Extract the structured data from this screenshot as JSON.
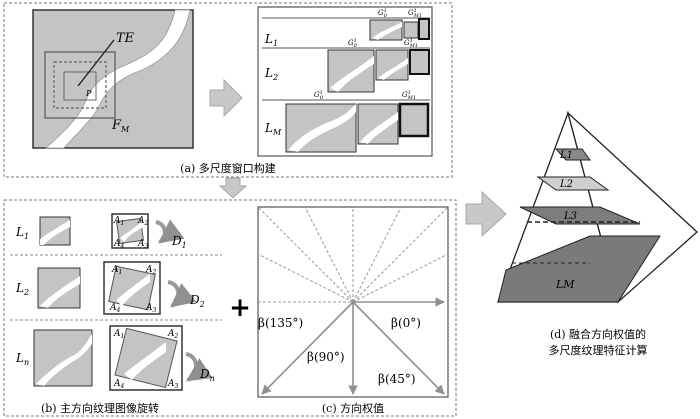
{
  "panel_a": {
    "caption": "(a) 多尺度窗口构建",
    "te_label": "TE",
    "p_label": "P",
    "fm_label": "F",
    "fm_sub": "M",
    "levels": [
      {
        "name": "L",
        "sub": "1",
        "g_left": "G",
        "g_left_sup": "1",
        "g_left_sub": "0",
        "g_right": "G",
        "g_right_sup": "1",
        "g_right_sub": "M1"
      },
      {
        "name": "L",
        "sub": "2",
        "g_left": "G",
        "g_left_sup": "1",
        "g_left_sub": "0",
        "g_right": "G",
        "g_right_sup": "1",
        "g_right_sub": "M1"
      },
      {
        "name": "L",
        "sub": "M",
        "g_left": "G",
        "g_left_sup": "1",
        "g_left_sub": "0",
        "g_right": "G",
        "g_right_sup": "1",
        "g_right_sub": "M1"
      }
    ]
  },
  "panel_b": {
    "caption": "(b) 主方向纹理图像旋转",
    "rows": [
      {
        "name": "L",
        "sub": "1",
        "d": "D",
        "d_sub": "1"
      },
      {
        "name": "L",
        "sub": "2",
        "d": "D",
        "d_sub": "2"
      },
      {
        "name": "L",
        "sub": "n",
        "d": "D",
        "d_sub": "n"
      }
    ],
    "corners": [
      "A1",
      "A2",
      "A3",
      "A4"
    ]
  },
  "plus_sign": "+",
  "panel_c": {
    "caption": "(c) 方向权值",
    "weights": [
      "β(135°)",
      "β(0°)",
      "β(90°)",
      "β(45°)"
    ]
  },
  "panel_d": {
    "caption_line1": "(d) 融合方向权值的",
    "caption_line2": "多尺度纹理特征计算",
    "levels": [
      "L1",
      "L2",
      "L3",
      "LM"
    ]
  },
  "colors": {
    "texture_gray": "#c4c4c4",
    "river_white": "#ffffff",
    "arrow_gray": "#c8c8c8",
    "pyramid_dark": "#7a7a7a"
  }
}
